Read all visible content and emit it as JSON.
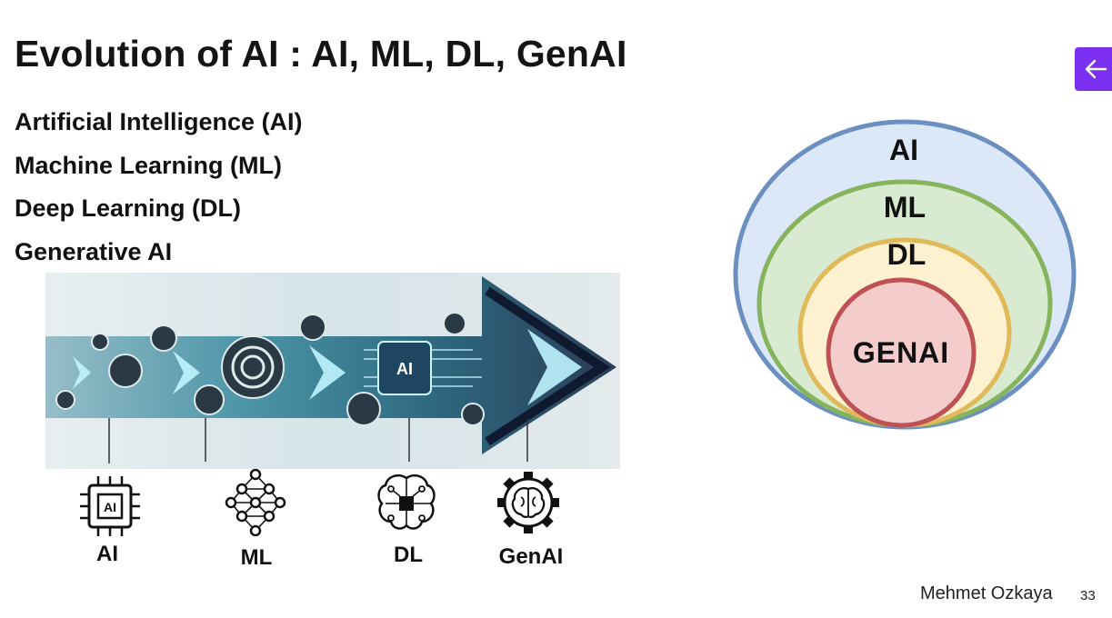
{
  "slide": {
    "title": "Evolution of AI : AI, ML, DL, GenAI",
    "bullets": [
      "Artificial Intelligence (AI)",
      "Machine Learning (ML)",
      "Deep Learning (DL)",
      "Generative AI"
    ],
    "banner": {
      "chip_label": "AI"
    },
    "icons": [
      {
        "icon": "ai-chip-icon",
        "chip_text": "AI",
        "label": "AI"
      },
      {
        "icon": "neural-network-icon",
        "label": "ML"
      },
      {
        "icon": "brain-circuit-icon",
        "label": "DL"
      },
      {
        "icon": "gear-brain-icon",
        "label": "GenAI"
      }
    ],
    "venn": {
      "labels": [
        "AI",
        "ML",
        "DL",
        "GENAI"
      ],
      "colors": {
        "ai": "#dce8f7",
        "ai_stroke": "#6b8fc1",
        "ml": "#d8ead0",
        "ml_stroke": "#86b45c",
        "dl": "#fdf1d0",
        "dl_stroke": "#e0b95a",
        "genai": "#f4cccc",
        "genai_stroke": "#bd5153"
      }
    },
    "footer": {
      "author": "Mehmet Ozkaya",
      "page_number": "33"
    }
  },
  "nav": {
    "icon": "arrow-left-icon",
    "color": "#7b2ff0"
  }
}
